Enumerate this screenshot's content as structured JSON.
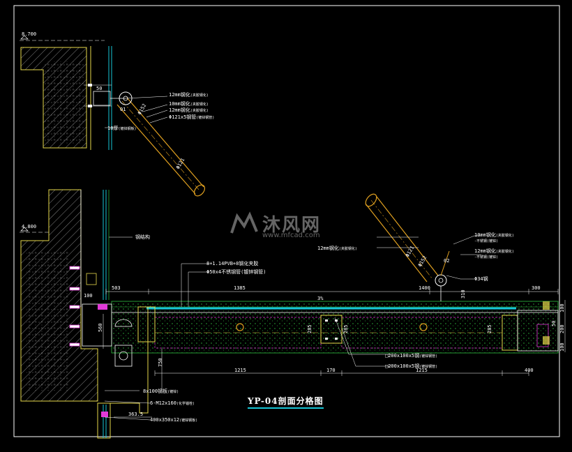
{
  "drawing": {
    "title": "YP-04剖面分格图",
    "watermark_name": "沐风网",
    "watermark_url": "www.mfcad.com",
    "background": "#000000",
    "colors": {
      "frame": "#ffffff",
      "wall": "#e6d84a",
      "glass": "#16c6d6",
      "accent": "#e23ad8",
      "steel": "#e0a020",
      "green": "#30c040"
    }
  },
  "elevations": {
    "upper": "8.700",
    "lower": "4.800"
  },
  "labels": {
    "upper_1": "12mm钢化",
    "upper_1b": "(夹胶钢化)",
    "upper_2": "10mm钢化",
    "upper_2b": "(夹胶钢化)",
    "upper_3": "12mm钢化",
    "upper_3b": "(夹胶钢化)",
    "upper_4": "Φ121x5钢管",
    "upper_4b": "(镀锌钢管)",
    "upper_5": "10厚",
    "upper_5b": "(镀锌钢板)",
    "mid_wall": "钢结构",
    "glass_main": "8+1.14PVB+8钢化夹胶",
    "glass_main2": "Φ50x4不锈钢管(镀锌钢管)",
    "wm_right": "12mm钢化",
    "wm_right_b": "(夹胶钢化)",
    "right_1": "10mm钢化",
    "right_1b": "(夹胶钢化)",
    "right_1c": "-不锈钢(镀锌)",
    "right_2": "12mm钢化",
    "right_2b": "(夹胶钢化)",
    "right_2c": "-不锈钢(镀锌)",
    "right_3": "Φ34钢",
    "beam_1": "□200x100x5钢",
    "beam_1b": "(镀锌钢管)",
    "beam_2": "□200x100x5钢",
    "beam_2b": "(镀锌钢管)",
    "bot_1": "8x100钢板",
    "bot_1b": "(镀锌)",
    "bot_2": "6-M12x160",
    "bot_2b": "(化学锚栓)",
    "bot_3": "400x350x12",
    "bot_3b": "(镀锌钢板)",
    "mark_01": "01",
    "mark_02": "02",
    "rod_152": "Φ152",
    "rod_121": "Φ121",
    "bolt_50": "50",
    "slope": "3%"
  },
  "dimensions": {
    "d_503": "503",
    "d_1385": "1385",
    "d_1400": "1400",
    "d_300": "300",
    "d_100": "100",
    "d_1215a": "1215",
    "d_170": "170",
    "d_1215b": "1215",
    "d_400": "400",
    "d_560": "560",
    "d_750": "750",
    "d_285a": "285",
    "d_285b": "285",
    "d_285c": "285",
    "d_310": "310",
    "d_50": "50",
    "d_200": "200",
    "d_100r": "100",
    "d_100r2": "100",
    "d_363": "363.5"
  }
}
